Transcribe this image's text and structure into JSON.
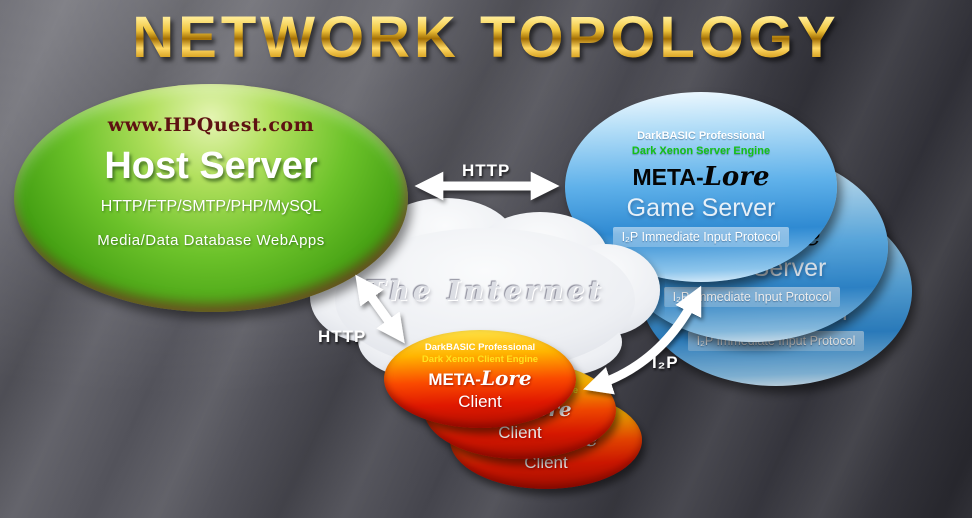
{
  "title": "NETWORK TOPOLOGY",
  "host_server": {
    "url": "www.HPQuest.com",
    "name": "Host Server",
    "protocols": "HTTP/FTP/SMTP/PHP/MySQL",
    "services": "Media/Data Database WebApps"
  },
  "internet": {
    "label": "The Internet"
  },
  "game_server": {
    "brand": "DarkBASIC Professional",
    "engine": "Dark Xenon Server Engine",
    "product_prefix": "META-",
    "product_suffix": "Lore",
    "name": "Game Server",
    "protocol_band": "I₂P Immediate Input Protocol"
  },
  "client": {
    "brand": "DarkBASIC Professional",
    "engine": "Dark Xenon Client Engine",
    "product_prefix": "META-",
    "product_suffix": "Lore",
    "name": "Client"
  },
  "links": {
    "http_host_game": "HTTP",
    "http_host_client": "HTTP",
    "i2p_client_game": "I₂P"
  },
  "colors": {
    "title_gold": "#e6b82a",
    "host_green": "#4fae1c",
    "server_blue": "#3f9de0",
    "client_red": "#e33000",
    "engine_green_text": "#15c215",
    "engine_yellow_text": "#ffe31e",
    "url_maroon_text": "#5e1212"
  }
}
